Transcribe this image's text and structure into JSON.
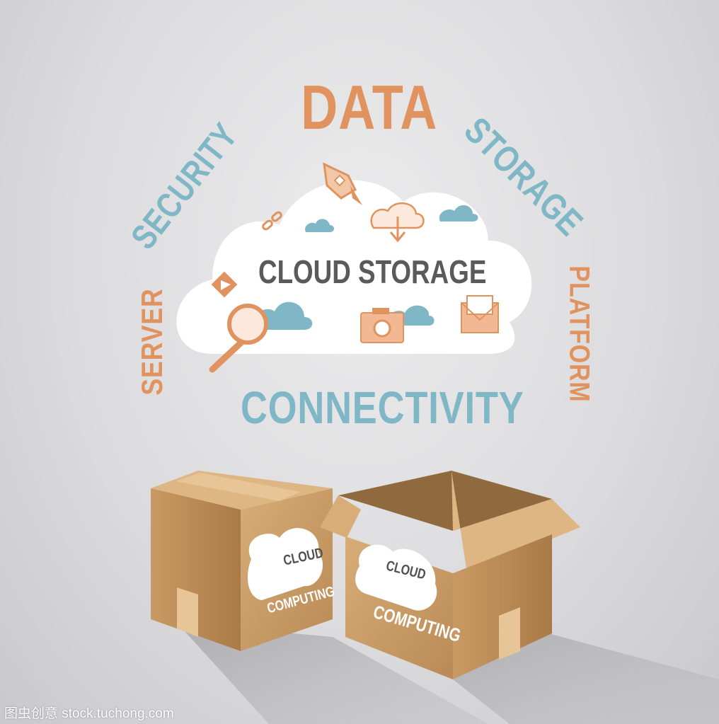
{
  "words": {
    "data": "DATA",
    "security": "SECURITY",
    "storage": "STORAGE",
    "server": "SERVER",
    "platform": "PLATFORM",
    "connectivity": "CONNECTIVITY"
  },
  "cloud": {
    "title": "CLOUD STORAGE"
  },
  "box_left": {
    "line1": "CLOUD",
    "line2": "COMPUTING"
  },
  "box_right": {
    "line1": "CLOUD",
    "line2": "COMPUTING"
  },
  "watermark": "图虫创意 stock.tuchong.com",
  "colors": {
    "orange": "#e0935f",
    "teal": "#7fb7c6",
    "cardboard": "#c99a63",
    "dark_text": "#5a5a5c"
  },
  "icons": [
    "rocket-icon",
    "link-icon",
    "cloud-download-icon",
    "video-icon",
    "magnifier-icon",
    "camera-icon",
    "mail-icon",
    "mini-cloud-icon"
  ]
}
